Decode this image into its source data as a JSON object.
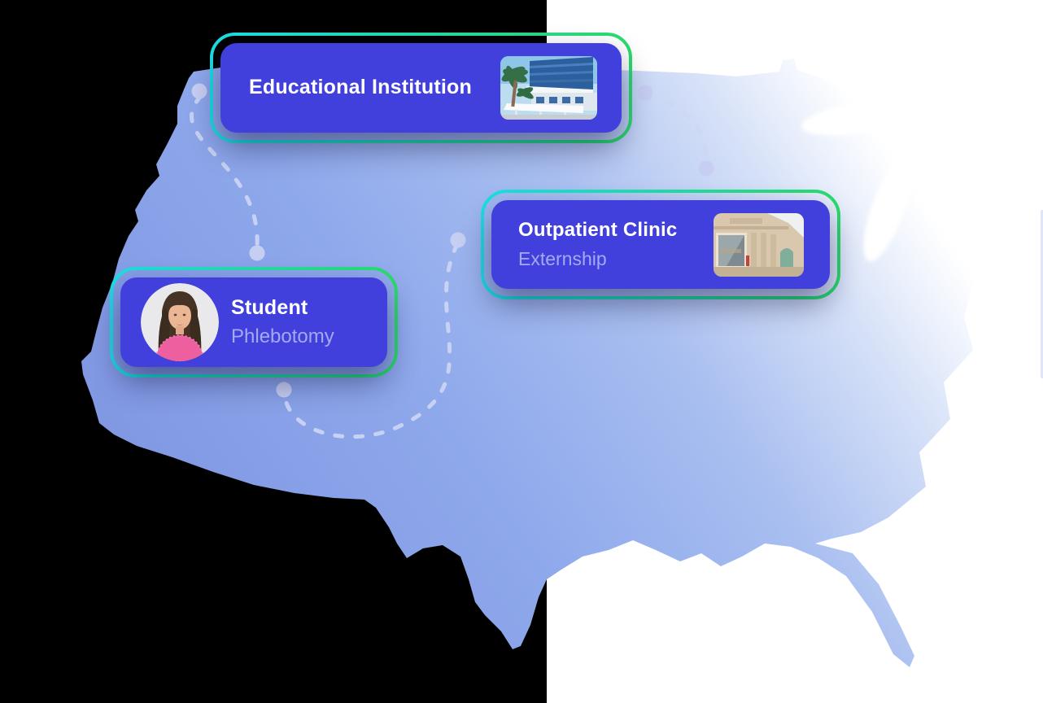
{
  "cards": {
    "educational_institution": {
      "title": "Educational Institution"
    },
    "outpatient_clinic": {
      "title": "Outpatient Clinic",
      "subtitle": "Externship"
    },
    "student": {
      "title": "Student",
      "subtitle": "Phlebotomy"
    }
  },
  "colors": {
    "backdrop-left": "#000000",
    "backdrop-right": "#ffffff",
    "card-fill": "#4140dc",
    "ring-start": "#1cdfe6",
    "ring-end": "#2bdc6c",
    "title-text": "#ffffff",
    "subtitle-text": "#a2aaf1",
    "map-blue-strong": "#7e94e1",
    "map-blue-mid": "#8fa9ec",
    "map-blue-soft": "#a9bff0",
    "map-blue-faint": "#d6e1f8",
    "map-fade": "#ffffff",
    "dash": "#cdd6f4",
    "dot": "#c6cef1"
  }
}
